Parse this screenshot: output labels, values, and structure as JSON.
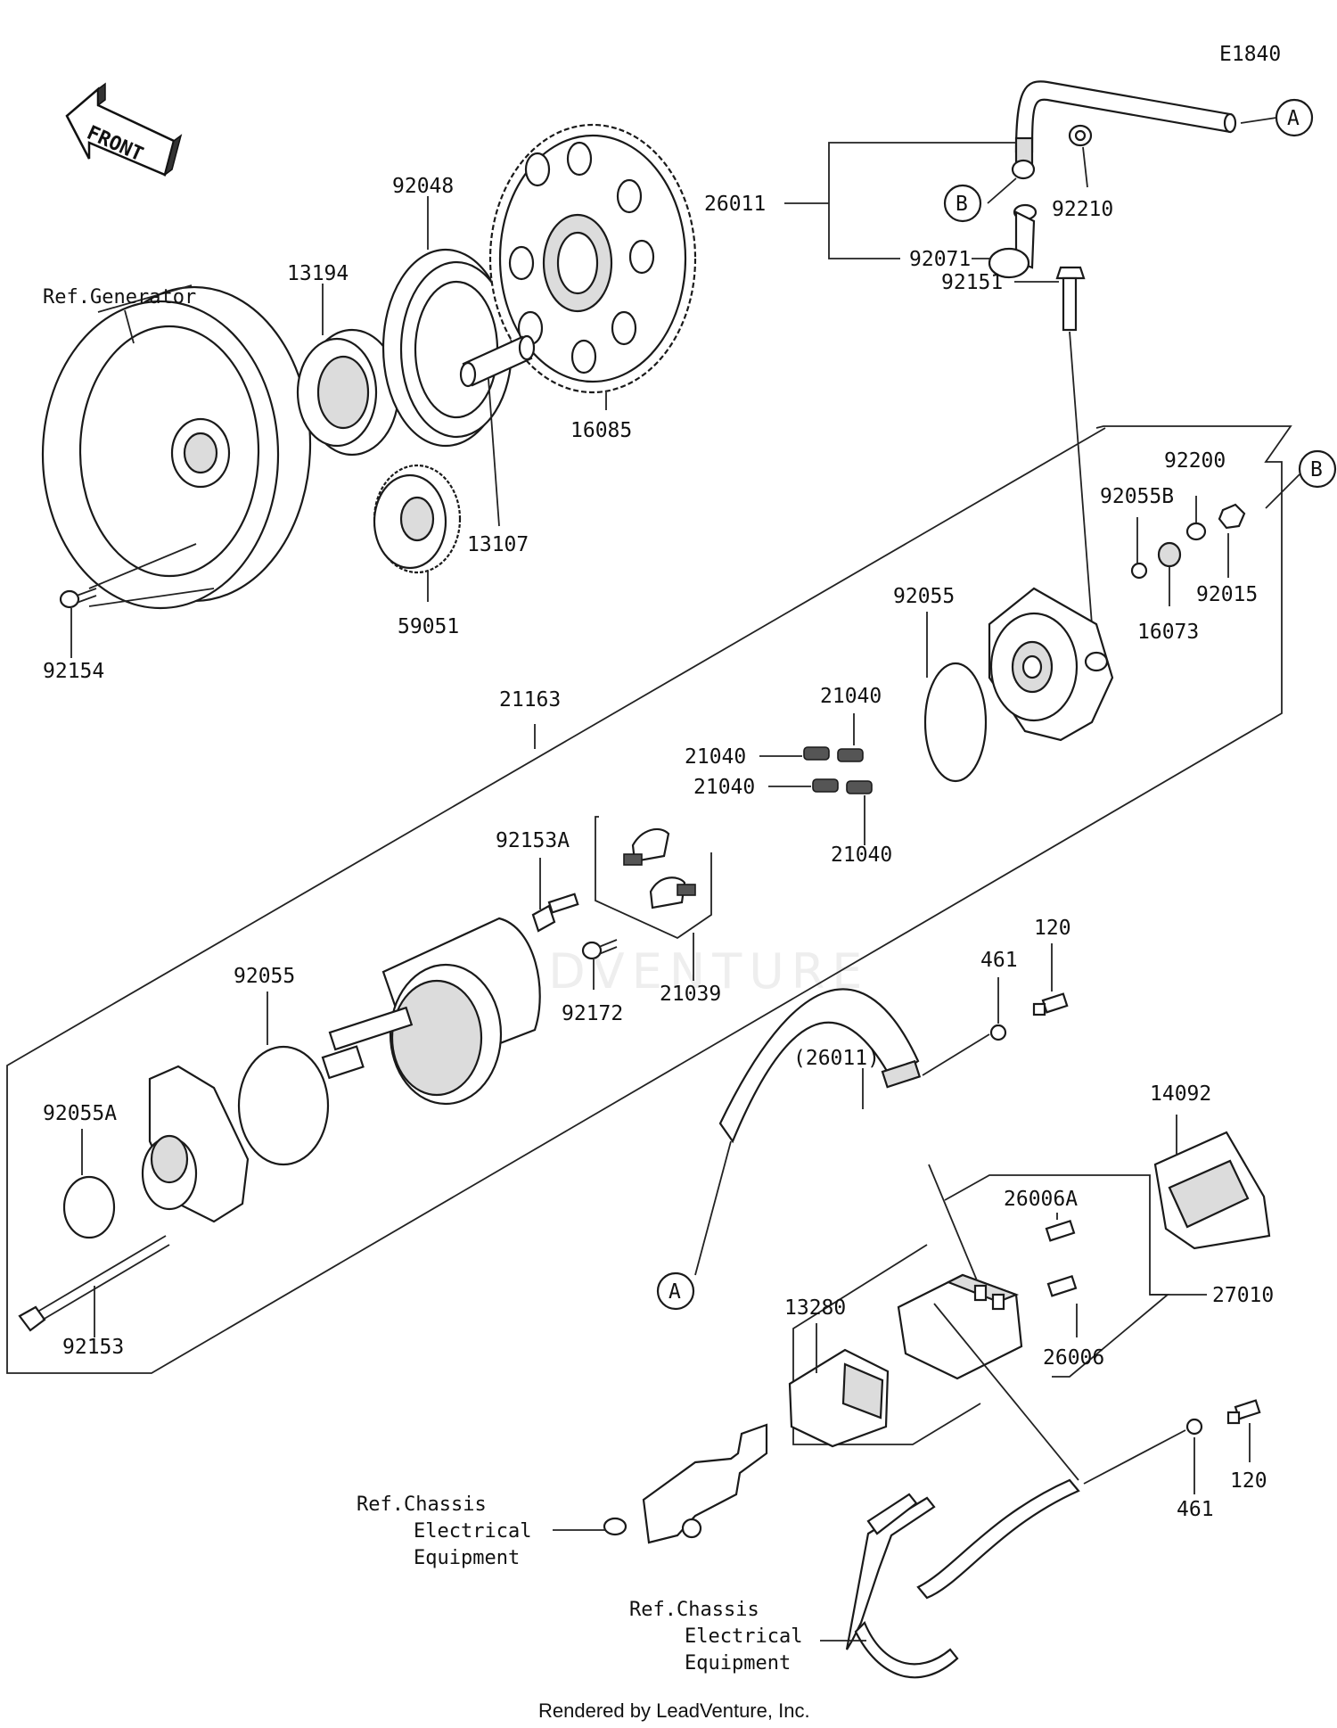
{
  "diagram_code": "E1840",
  "front_label": "FRONT",
  "watermark": "LEADVENTURE",
  "footer": "Rendered by LeadVenture, Inc.",
  "callouts": {
    "a": "A",
    "b": "B"
  },
  "refs": {
    "generator": "Ref.Generator",
    "chassis1": [
      "Ref.Chassis",
      "Electrical",
      "Equipment"
    ],
    "chassis2": [
      "Ref.Chassis",
      "Electrical",
      "Equipment"
    ]
  },
  "parts": {
    "p92048": "92048",
    "p13194": "13194",
    "p16085": "16085",
    "p13107": "13107",
    "p59051": "59051",
    "p92154": "92154",
    "p26011": "26011",
    "p92210": "92210",
    "p92071": "92071",
    "p92151": "92151",
    "p92200": "92200",
    "p92055B": "92055B",
    "p92015": "92015",
    "p16073": "16073",
    "p92055_top": "92055",
    "p21163": "21163",
    "p21040_a": "21040",
    "p21040_b": "21040",
    "p21040_c": "21040",
    "p21040_d": "21040",
    "p92153A": "92153A",
    "p92172": "92172",
    "p21039": "21039",
    "p92055_mid": "92055",
    "p92055A": "92055A",
    "p92153": "92153",
    "p461_top": "461",
    "p120_top": "120",
    "p26011_paren": "(26011)",
    "p14092": "14092",
    "p26006A": "26006A",
    "p26006": "26006",
    "p27010": "27010",
    "p13280": "13280",
    "p461_bot": "461",
    "p120_bot": "120"
  }
}
